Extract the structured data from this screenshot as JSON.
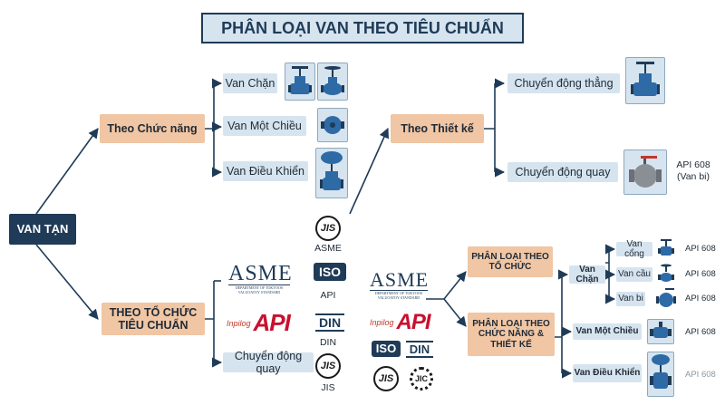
{
  "title": "PHÂN LOẠI VAN THEO TIÊU CHUẨN",
  "root": "VAN TẠN",
  "categories": {
    "function": "Theo Chức năng",
    "design": "Theo Thiết kế",
    "standard_org": "THEO TỔ CHỨC TIÊU CHUẨN"
  },
  "function_items": [
    "Van Chặn",
    "Van Một Chiều",
    "Van Điều Khiển"
  ],
  "design_items": [
    "Chuyển động thẳng",
    "Chuyển động quay"
  ],
  "design_note": [
    "API 608",
    "(Van bi)"
  ],
  "standard_item": "Chuyển động quay",
  "logos": {
    "asme_word": "ASME",
    "asme_sub": "DEPARTMENT OF TOKYOOS VALUOATOY STANDARD",
    "api_prefix": "Inpilog",
    "api_word": "API",
    "iso": "ISO",
    "din": "DIN",
    "jis": "JIS",
    "jic": "JIC"
  },
  "mid_labels": [
    "ASME",
    "API",
    "DIN",
    "JIS"
  ],
  "right_groups": {
    "org": "PHÂN LOẠI THEO TỔ CHỨC",
    "func_design": "PHÂN LOẠI THEO CHỨC NĂNG & THIẾT KẾ"
  },
  "right_items": [
    "Van Chặn",
    "Van Một Chiều",
    "Van Điều Khiển"
  ],
  "right_sub": [
    "Van cổng",
    "Van cầu",
    "Van bi"
  ],
  "api_labels": [
    "API 608",
    "API 608",
    "API 608",
    "API 608",
    "API 608"
  ],
  "colors": {
    "navy": "#1f3b57",
    "peach": "#f0c6a4",
    "light_blue": "#d6e4ef",
    "api_red": "#c8102e"
  },
  "icons": [
    "gate-valve-icon",
    "globe-valve-icon",
    "check-valve-icon",
    "control-valve-icon",
    "ball-valve-icon"
  ]
}
